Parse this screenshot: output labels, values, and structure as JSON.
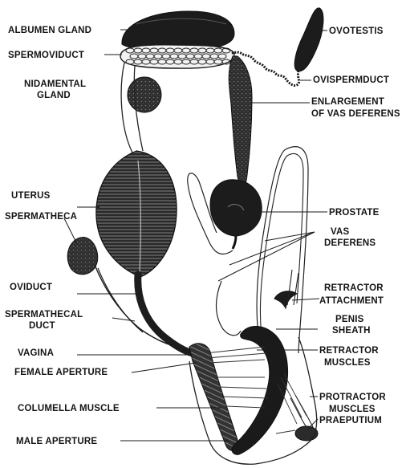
{
  "labels": {
    "albumen_gland": "ALBUMEN GLAND",
    "spermoviduct": "SPERMOVIDUCT",
    "nidamental_line1": "NIDAMENTAL",
    "nidamental_line2": "GLAND",
    "uterus": "UTERUS",
    "spermatheca": "SPERMATHECA",
    "oviduct": "OVIDUCT",
    "spermathecal_line1": "SPERMATHECAL",
    "spermathecal_line2": "DUCT",
    "vagina": "VAGINA",
    "female_aperture": "FEMALE APERTURE",
    "columella_muscle": "COLUMELLA MUSCLE",
    "male_aperture": "MALE APERTURE",
    "ovotestis": "OVOTESTIS",
    "ovispermduct": "OVISPERMDUCT",
    "enlargement_line1": "ENLARGEMENT",
    "enlargement_line2": "OF VAS DEFERENS",
    "prostate": "PROSTATE",
    "vas_deferens_line1": "VAS",
    "vas_deferens_line2": "DEFERENS",
    "retractor_attachment_line1": "RETRACTOR",
    "retractor_attachment_line2": "ATTACHMENT",
    "penis_sheath_line1": "PENIS",
    "penis_sheath_line2": "SHEATH",
    "retractor_muscles_line1": "RETRACTOR",
    "retractor_muscles_line2": "MUSCLES",
    "protractor_muscles_line1": "PROTRACTOR",
    "protractor_muscles_line2": "MUSCLES",
    "praeputium": "PRAEPUTIUM"
  }
}
